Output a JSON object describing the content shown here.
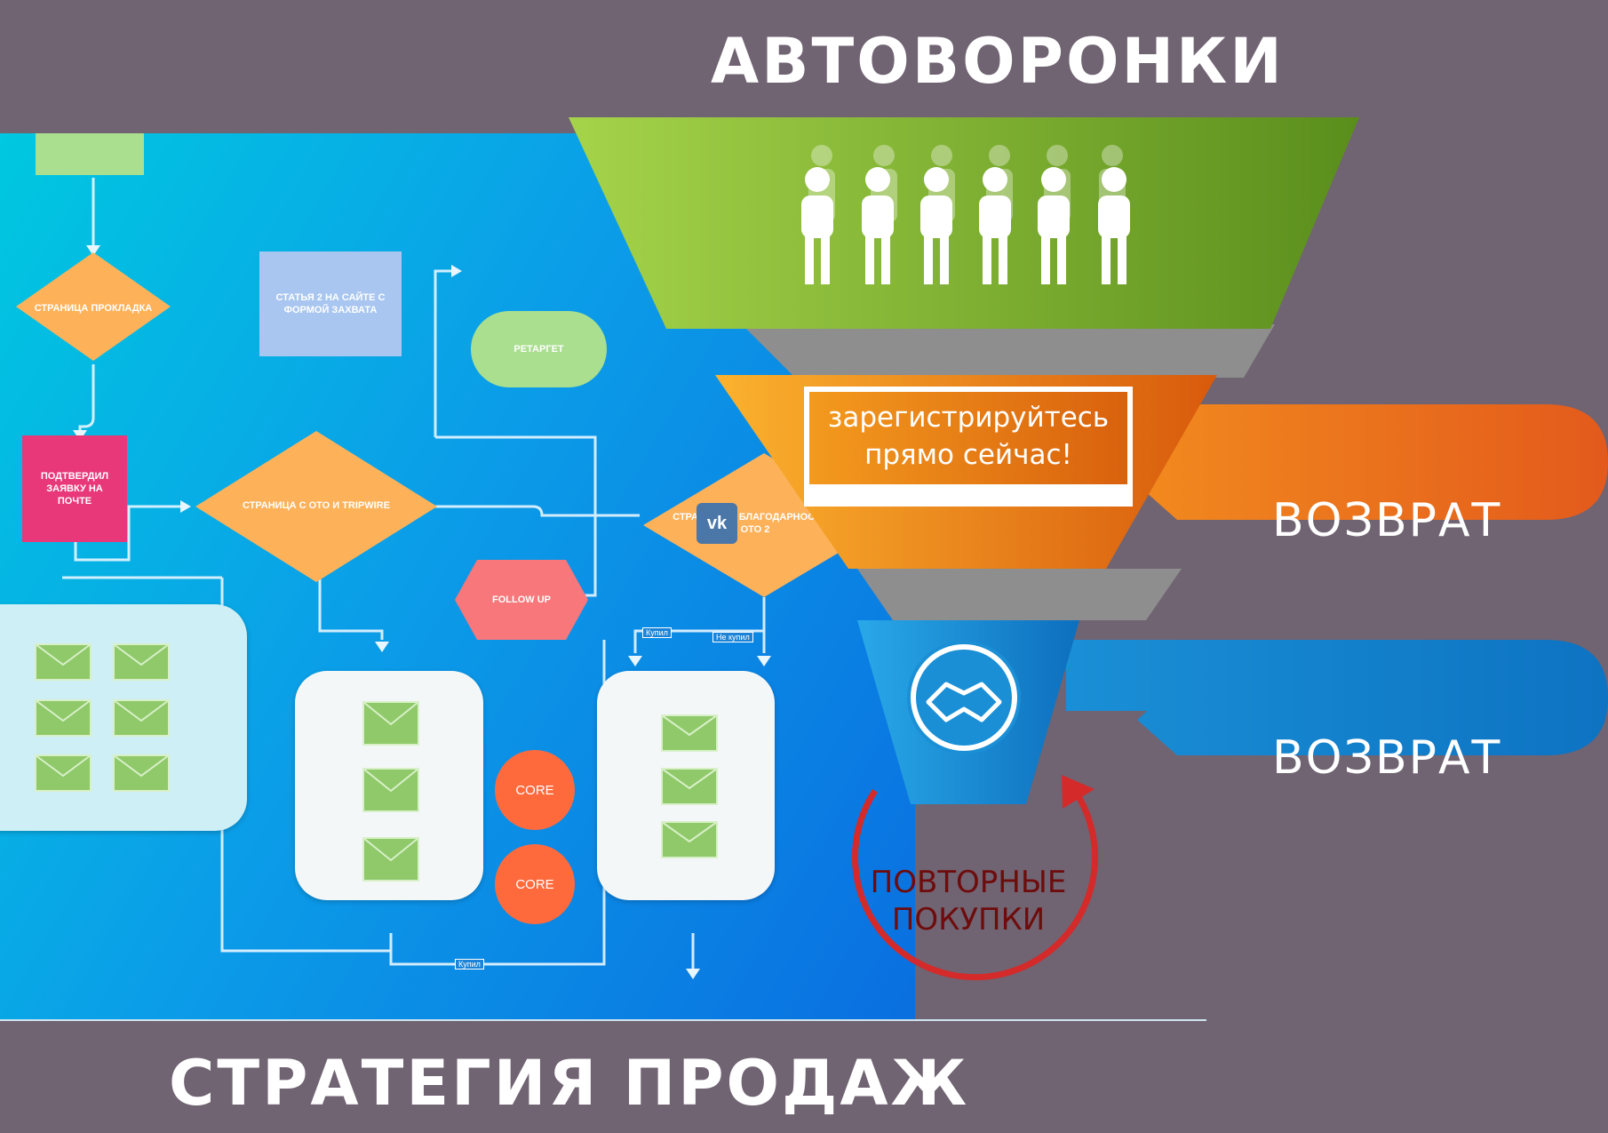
{
  "header": {
    "title": "АВТОВОРОНКИ"
  },
  "footer": {
    "title": "СТРАТЕГИЯ  ПРОДАЖ"
  },
  "flowchart": {
    "nodes": {
      "landing": "СТРАНИЦА ПРОКЛАДКА",
      "article": "СТАТЬЯ 2 НА САЙТЕ С ФОРМОЙ ЗАХВАТА",
      "retarget": "РЕТАРГЕТ",
      "confirmed": "ПОДТВЕРДИЛ ЗАЯВКУ НА ПОЧТЕ",
      "oto": "СТРАНИЦА С ОТО И TRIPWIRE",
      "thanks": "СТРАНИЦА С БЛАГОДАРНОСТЬЮ ОТО 2",
      "followup": "FOLLOW UP",
      "core1": "CORE",
      "core2": "CORE"
    },
    "edge_labels": {
      "bought1": "Купил",
      "not_bought": "Не купил",
      "bought2": "Купил"
    },
    "vk_icon": "vk-icon"
  },
  "funnel": {
    "cta": "зарегистрируйтесь прямо сейчас!",
    "return1": "ВОЗВРАТ",
    "return2": "ВОЗВРАТ",
    "repeat": "ПОВТОРНЫЕ ПОКУПКИ",
    "colors": {
      "top": "#7dbb2e",
      "middle": "#f08a1c",
      "bottom": "#1a8fd6",
      "repeat_arrow": "#d42a2a"
    }
  }
}
